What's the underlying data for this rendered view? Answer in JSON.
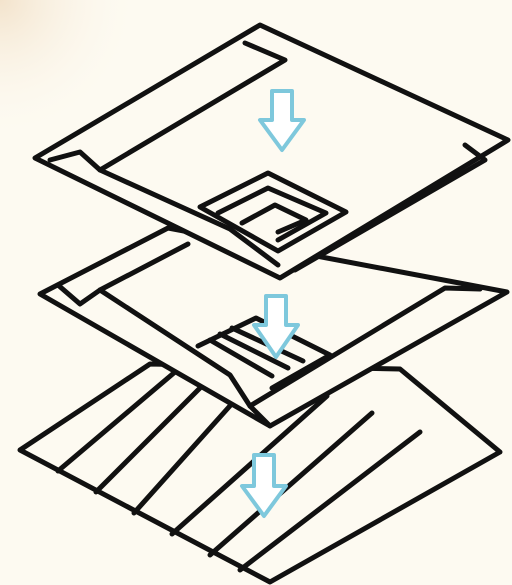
{
  "diagram": {
    "layers": [
      {
        "id": "top",
        "kind": "frame-border-strips"
      },
      {
        "id": "middle",
        "kind": "frame-border-strips"
      },
      {
        "id": "bottom",
        "kind": "diagonal-planks"
      }
    ],
    "arrows": 3,
    "arrow_icon": "down-arrow-icon",
    "colors": {
      "background": "#fdfaf1",
      "corner_glow": "#f3e3cc",
      "line": "#111111",
      "arrow": "#7ec8dc"
    }
  }
}
